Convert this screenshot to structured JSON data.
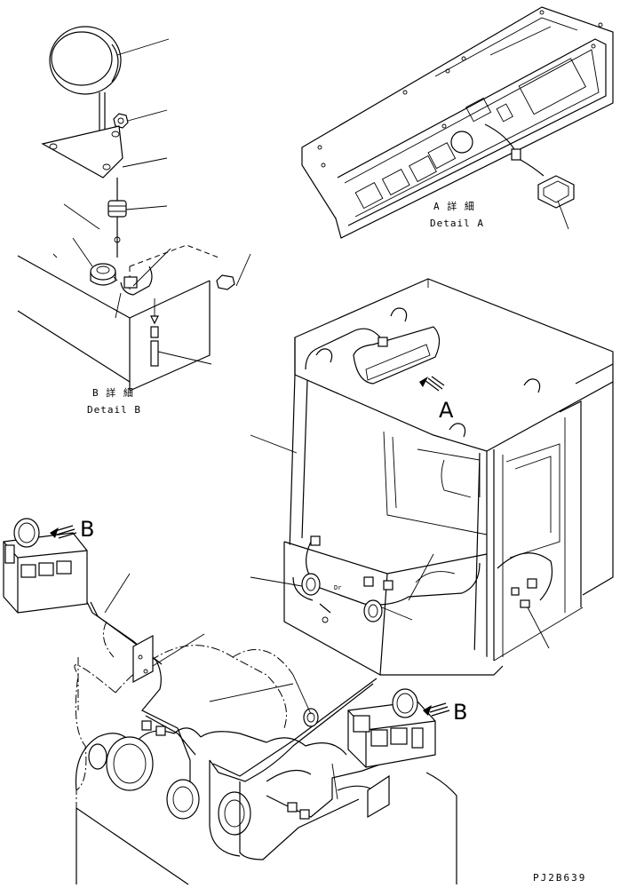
{
  "labels": {
    "detail_a_jp": "A 詳 細",
    "detail_a_en": "Detail A",
    "detail_b_jp": "B 詳 細",
    "detail_b_en": "Detail B",
    "view_a": "A",
    "view_b_top": "B",
    "view_b_bottom": "B",
    "drawing_code": "PJ2B639"
  }
}
